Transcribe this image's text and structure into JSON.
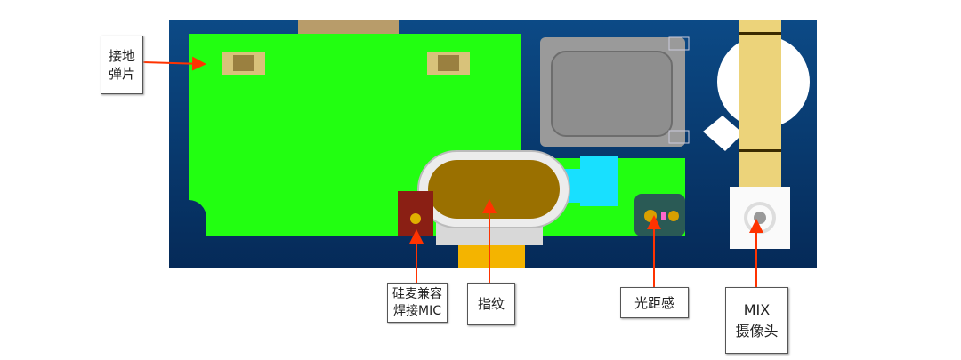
{
  "labels": {
    "ground_spring": [
      "接地",
      "弹片"
    ],
    "mic": [
      "硅麦兼容",
      "焊接MIC"
    ],
    "fingerprint": "指纹",
    "proximity_sensor": "光距感",
    "camera": [
      "MIX",
      "摄像头"
    ]
  },
  "colors": {
    "board": "#07336a",
    "pcb_green": "#22ff11",
    "arrow": "#ff3300",
    "fingerprint_fill": "#9a7000",
    "camera_flex": "#ecd37a"
  }
}
